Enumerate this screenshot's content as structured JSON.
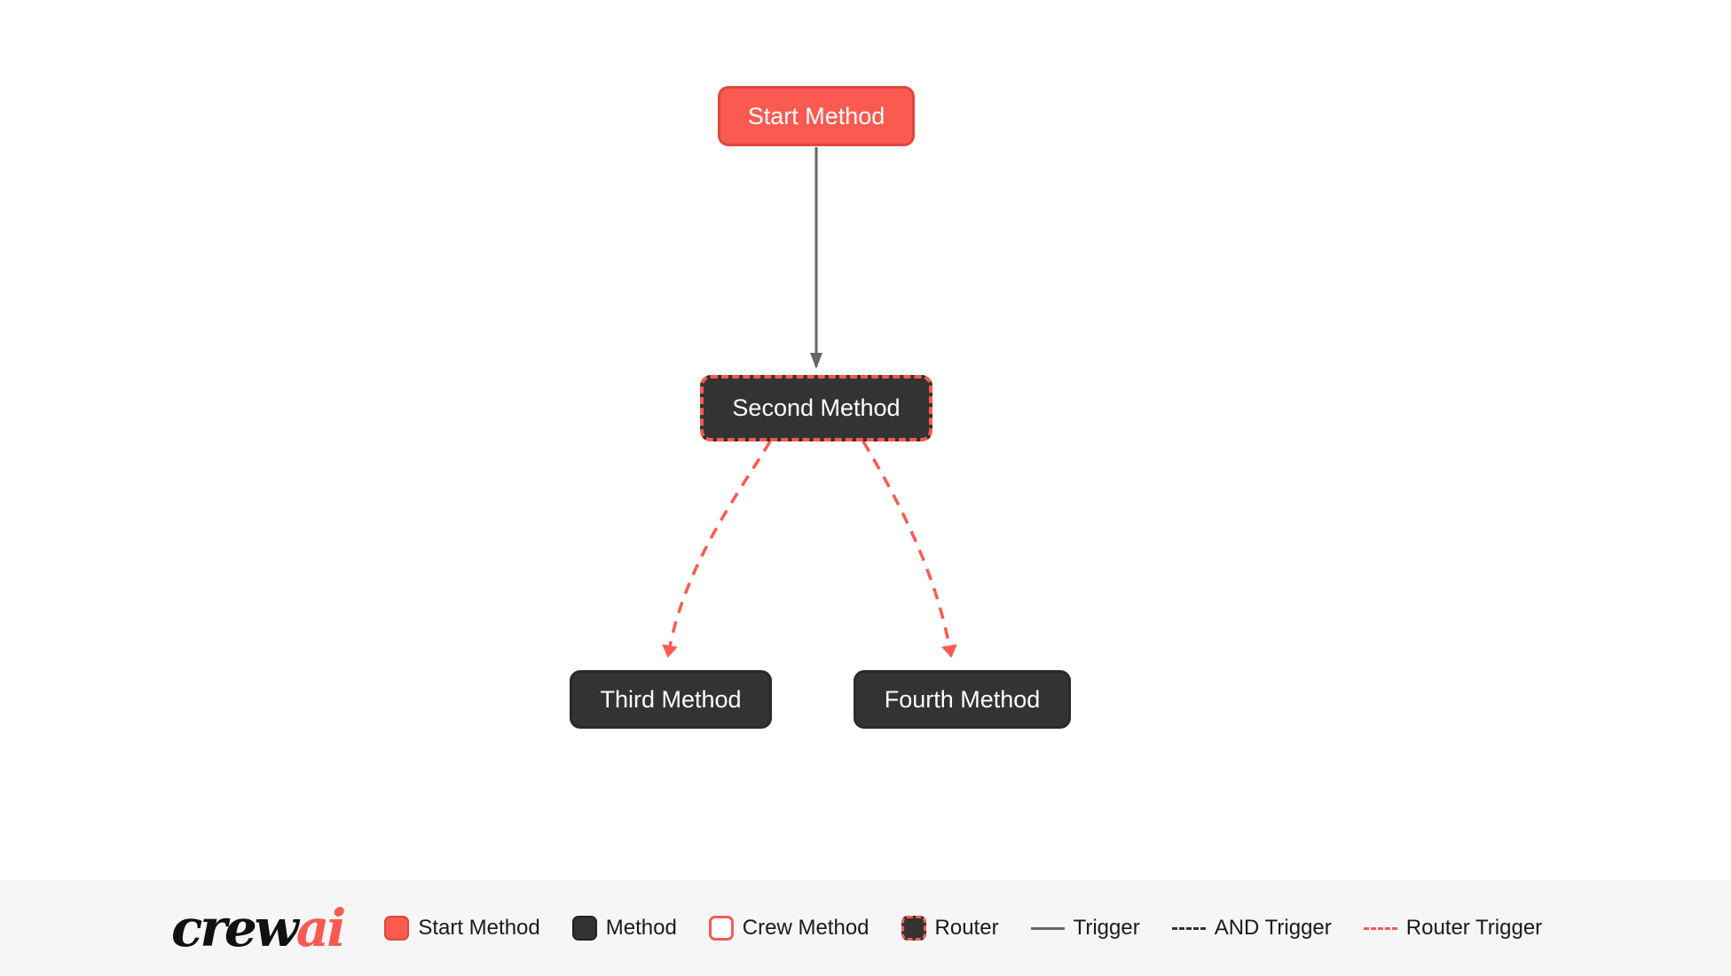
{
  "diagram": {
    "nodes": {
      "start": {
        "label": "Start Method"
      },
      "second": {
        "label": "Second Method"
      },
      "third": {
        "label": "Third Method"
      },
      "fourth": {
        "label": "Fourth Method"
      }
    }
  },
  "legend": {
    "logo": {
      "crew": "crew",
      "ai": "ai"
    },
    "items": [
      {
        "label": "Start Method"
      },
      {
        "label": "Method"
      },
      {
        "label": "Crew Method"
      },
      {
        "label": "Router"
      },
      {
        "label": "Trigger"
      },
      {
        "label": "AND Trigger"
      },
      {
        "label": "Router Trigger"
      }
    ]
  },
  "colors": {
    "accent_red": "#FB5A50",
    "node_dark": "#333333",
    "trigger_gray": "#666666",
    "legend_bg": "#f6f6f7"
  }
}
